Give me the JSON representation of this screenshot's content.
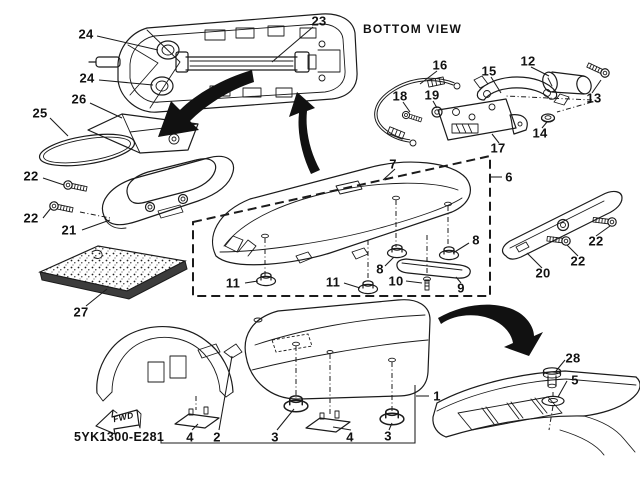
{
  "figure": {
    "view_label": "BOTTOM VIEW",
    "drawing_code": "5YK1300-E281",
    "fwd_label": "FWD"
  },
  "colors": {
    "line": "#1b1b1b",
    "background": "#ffffff"
  },
  "callouts": [
    {
      "id": "24-upper",
      "part": "24"
    },
    {
      "id": "24-lower",
      "part": "24"
    },
    {
      "id": "23",
      "part": "23"
    },
    {
      "id": "26",
      "part": "26"
    },
    {
      "id": "25",
      "part": "25"
    },
    {
      "id": "22-left-upper",
      "part": "22"
    },
    {
      "id": "22-left-lower",
      "part": "22"
    },
    {
      "id": "21",
      "part": "21"
    },
    {
      "id": "16",
      "part": "16"
    },
    {
      "id": "15",
      "part": "15"
    },
    {
      "id": "12",
      "part": "12"
    },
    {
      "id": "13",
      "part": "13"
    },
    {
      "id": "18",
      "part": "18"
    },
    {
      "id": "19",
      "part": "19"
    },
    {
      "id": "14",
      "part": "14"
    },
    {
      "id": "17",
      "part": "17"
    },
    {
      "id": "7",
      "part": "7"
    },
    {
      "id": "6",
      "part": "6"
    },
    {
      "id": "8-right",
      "part": "8"
    },
    {
      "id": "8-left",
      "part": "8"
    },
    {
      "id": "11-left",
      "part": "11"
    },
    {
      "id": "11-right",
      "part": "11"
    },
    {
      "id": "10",
      "part": "10"
    },
    {
      "id": "9",
      "part": "9"
    },
    {
      "id": "20",
      "part": "20"
    },
    {
      "id": "22-right-upper",
      "part": "22"
    },
    {
      "id": "22-right-lower",
      "part": "22"
    },
    {
      "id": "27",
      "part": "27"
    },
    {
      "id": "1",
      "part": "1"
    },
    {
      "id": "4-left",
      "part": "4"
    },
    {
      "id": "2",
      "part": "2"
    },
    {
      "id": "3-left",
      "part": "3"
    },
    {
      "id": "4-right",
      "part": "4"
    },
    {
      "id": "3-right",
      "part": "3"
    },
    {
      "id": "28",
      "part": "28"
    },
    {
      "id": "5",
      "part": "5"
    }
  ]
}
